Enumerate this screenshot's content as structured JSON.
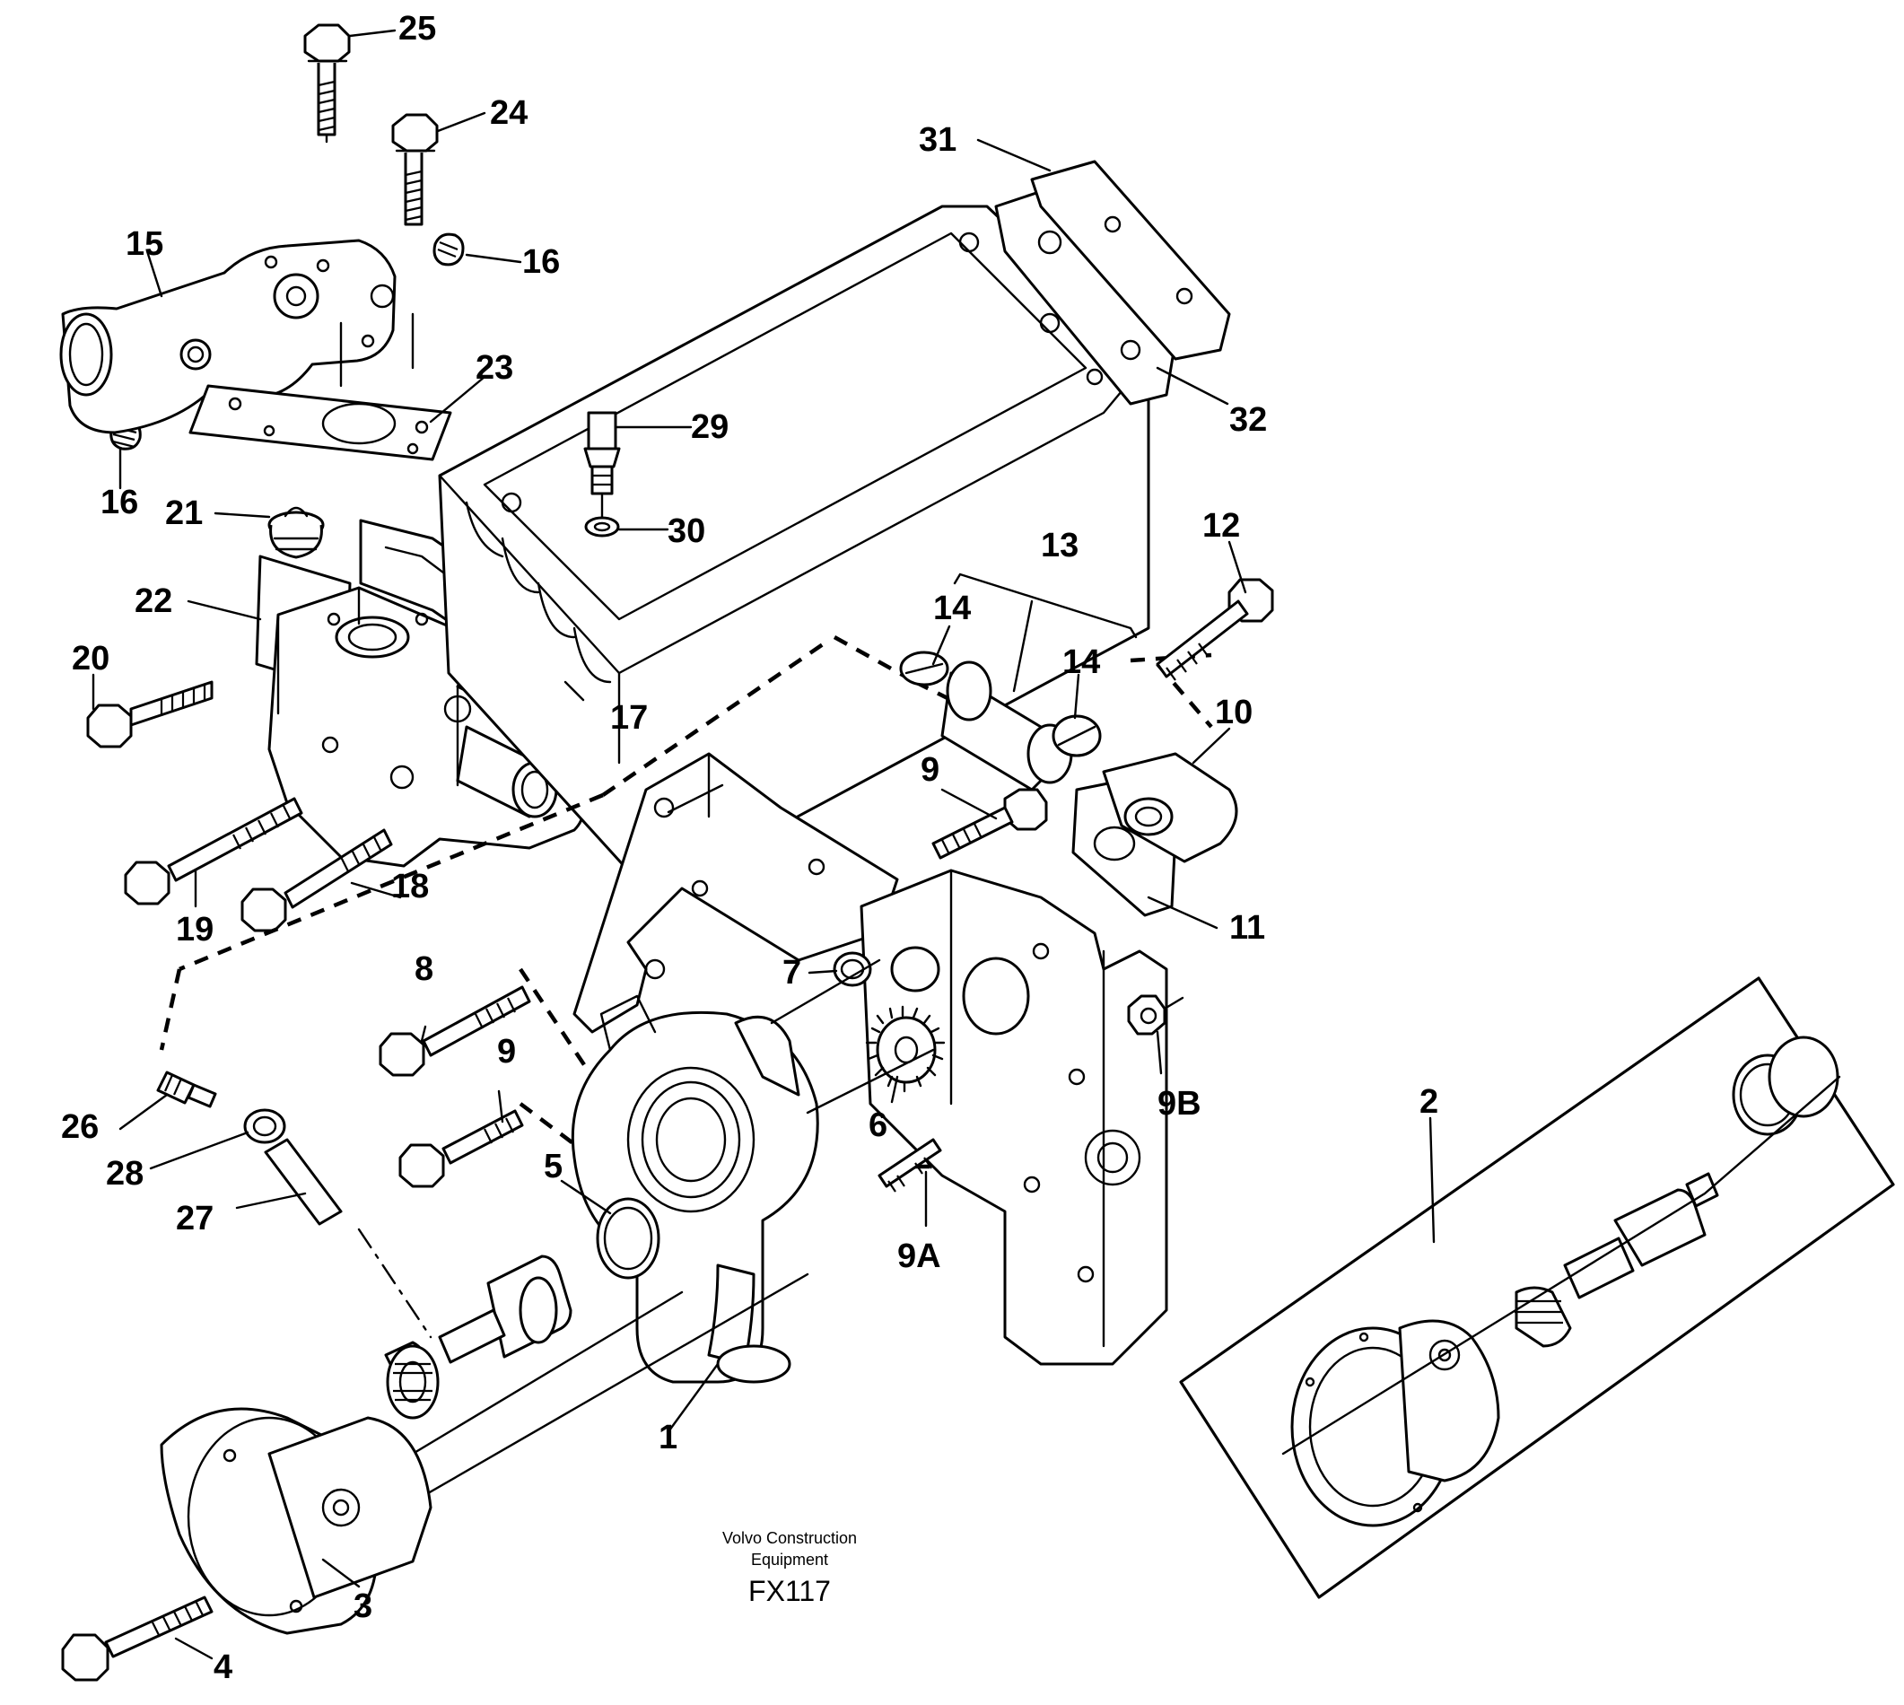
{
  "callouts": {
    "c1": "1",
    "c2": "2",
    "c3": "3",
    "c4": "4",
    "c5": "5",
    "c6": "6",
    "c7": "7",
    "c8": "8",
    "c9a_top": "9",
    "c9b_lower": "9",
    "c9A": "9A",
    "c9B": "9B",
    "c10": "10",
    "c11": "11",
    "c12": "12",
    "c13": "13",
    "c14a": "14",
    "c14b": "14",
    "c15": "15",
    "c16a": "16",
    "c16b": "16",
    "c17": "17",
    "c18": "18",
    "c19": "19",
    "c20": "20",
    "c21": "21",
    "c22": "22",
    "c23": "23",
    "c24": "24",
    "c25": "25",
    "c26": "26",
    "c27": "27",
    "c28": "28",
    "c29": "29",
    "c30": "30",
    "c31": "31",
    "c32": "32"
  },
  "credit": {
    "line1": "Volvo Construction",
    "line2": "Equipment",
    "code": "FX117"
  }
}
